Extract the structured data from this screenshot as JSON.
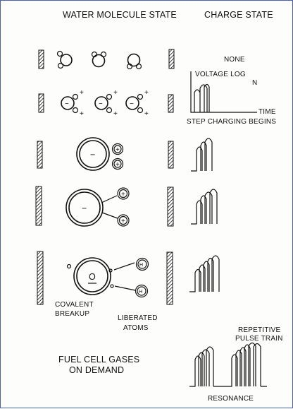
{
  "headers": {
    "water_state": "WATER MOLECULE STATE",
    "charge_state": "CHARGE STATE"
  },
  "graph_labels": {
    "none": "NONE",
    "voltage_log": "VOLTAGE LOG",
    "n": "N",
    "time": "TIME",
    "step_charging": "STEP CHARGING BEGINS",
    "repetitive_1": "REPETITIVE",
    "repetitive_2": "PULSE TRAIN",
    "resonance": "RESONANCE"
  },
  "molecule_labels": {
    "minus": "−",
    "plus": "+",
    "oxygen": "O",
    "hydrogen": "H",
    "covalent": "COVALENT",
    "breakup": "BREAKUP",
    "liberated": "LIBERATED",
    "atoms": "ATOMS"
  },
  "footer": {
    "line1": "FUEL CELL GASES",
    "line2": "ON DEMAND"
  }
}
